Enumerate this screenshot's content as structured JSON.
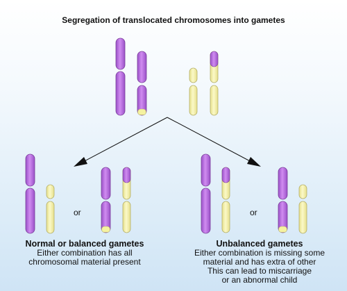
{
  "title": "Segregation of translocated chromosomes into gametes",
  "colors": {
    "purple": "#b96ee0",
    "purple_edge": "#7a3f9a",
    "yellow": "#f5f2a0",
    "yellow_edge": "#b5b06a"
  },
  "or_label": "or",
  "left_caption": {
    "heading": "Normal or balanced gametes",
    "lines": [
      "Either combination has all",
      "chromosomal material present"
    ]
  },
  "right_caption": {
    "heading": "Unbalanced gametes",
    "lines": [
      "Either combination is missing some",
      "material and has extra of other",
      "This can lead to miscarriage",
      "or an abnormal child"
    ]
  }
}
